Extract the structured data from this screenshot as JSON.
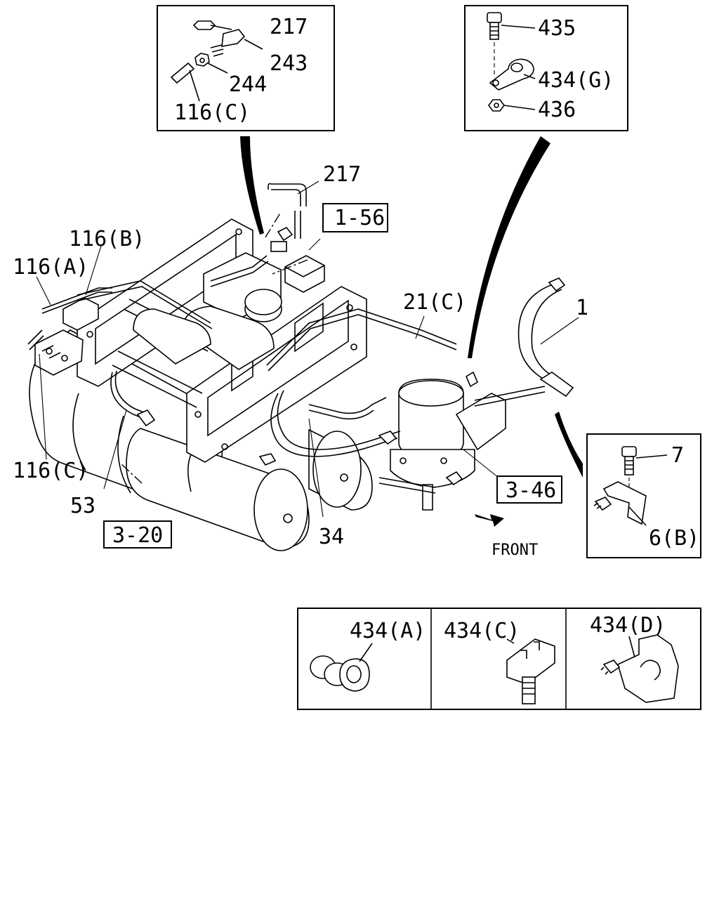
{
  "callouts": {
    "top_left": [
      "217",
      "243",
      "244",
      "116(C)"
    ],
    "top_right": [
      "435",
      "434(G)",
      "436"
    ],
    "right_mid": [
      "7",
      "6(B)"
    ],
    "bottom": [
      "434(A)",
      "434(C)",
      "434(D)"
    ]
  },
  "labels": {
    "p217": "217",
    "p116b": "116(B)",
    "p116a": "116(A)",
    "p116c": "116(C)",
    "p53": "53",
    "p34": "34",
    "p21c": "21(C)",
    "p1": "1",
    "front": "FRONT"
  },
  "refs": {
    "r156": "1-56",
    "r346": "3-46",
    "r320": "3-20"
  }
}
